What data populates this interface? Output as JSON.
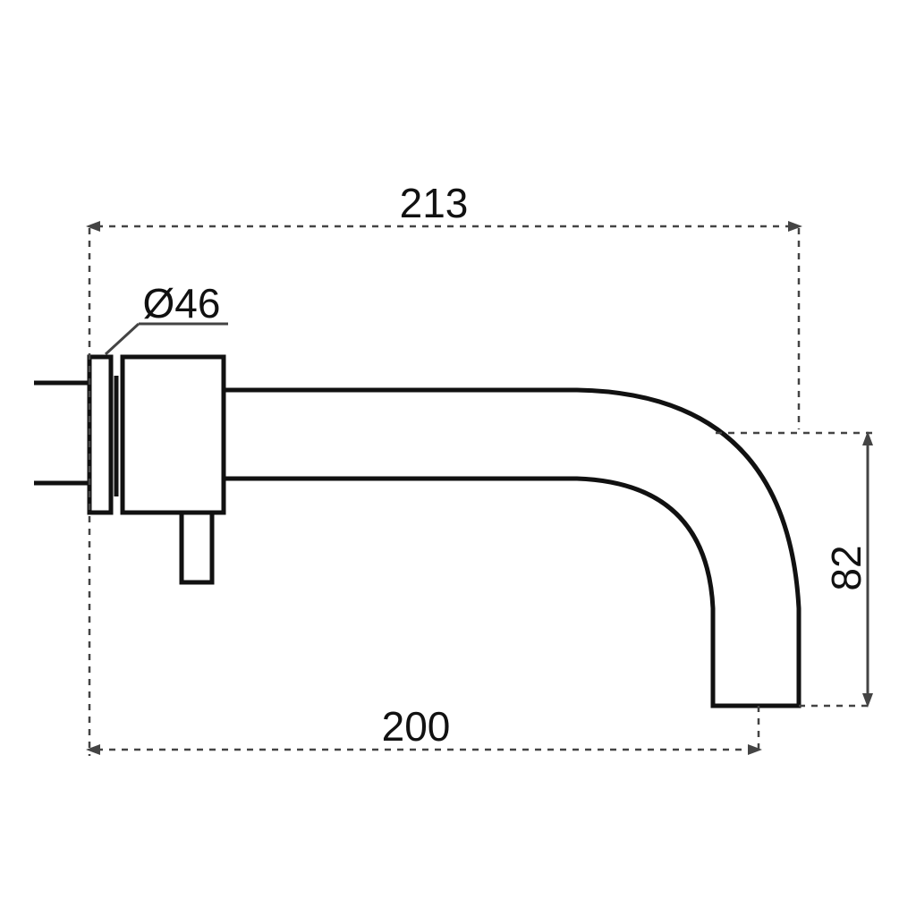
{
  "dimensions": {
    "overall_length": "213",
    "spout_reach": "200",
    "drop_height": "82",
    "rosette_diameter": "Ø46"
  }
}
